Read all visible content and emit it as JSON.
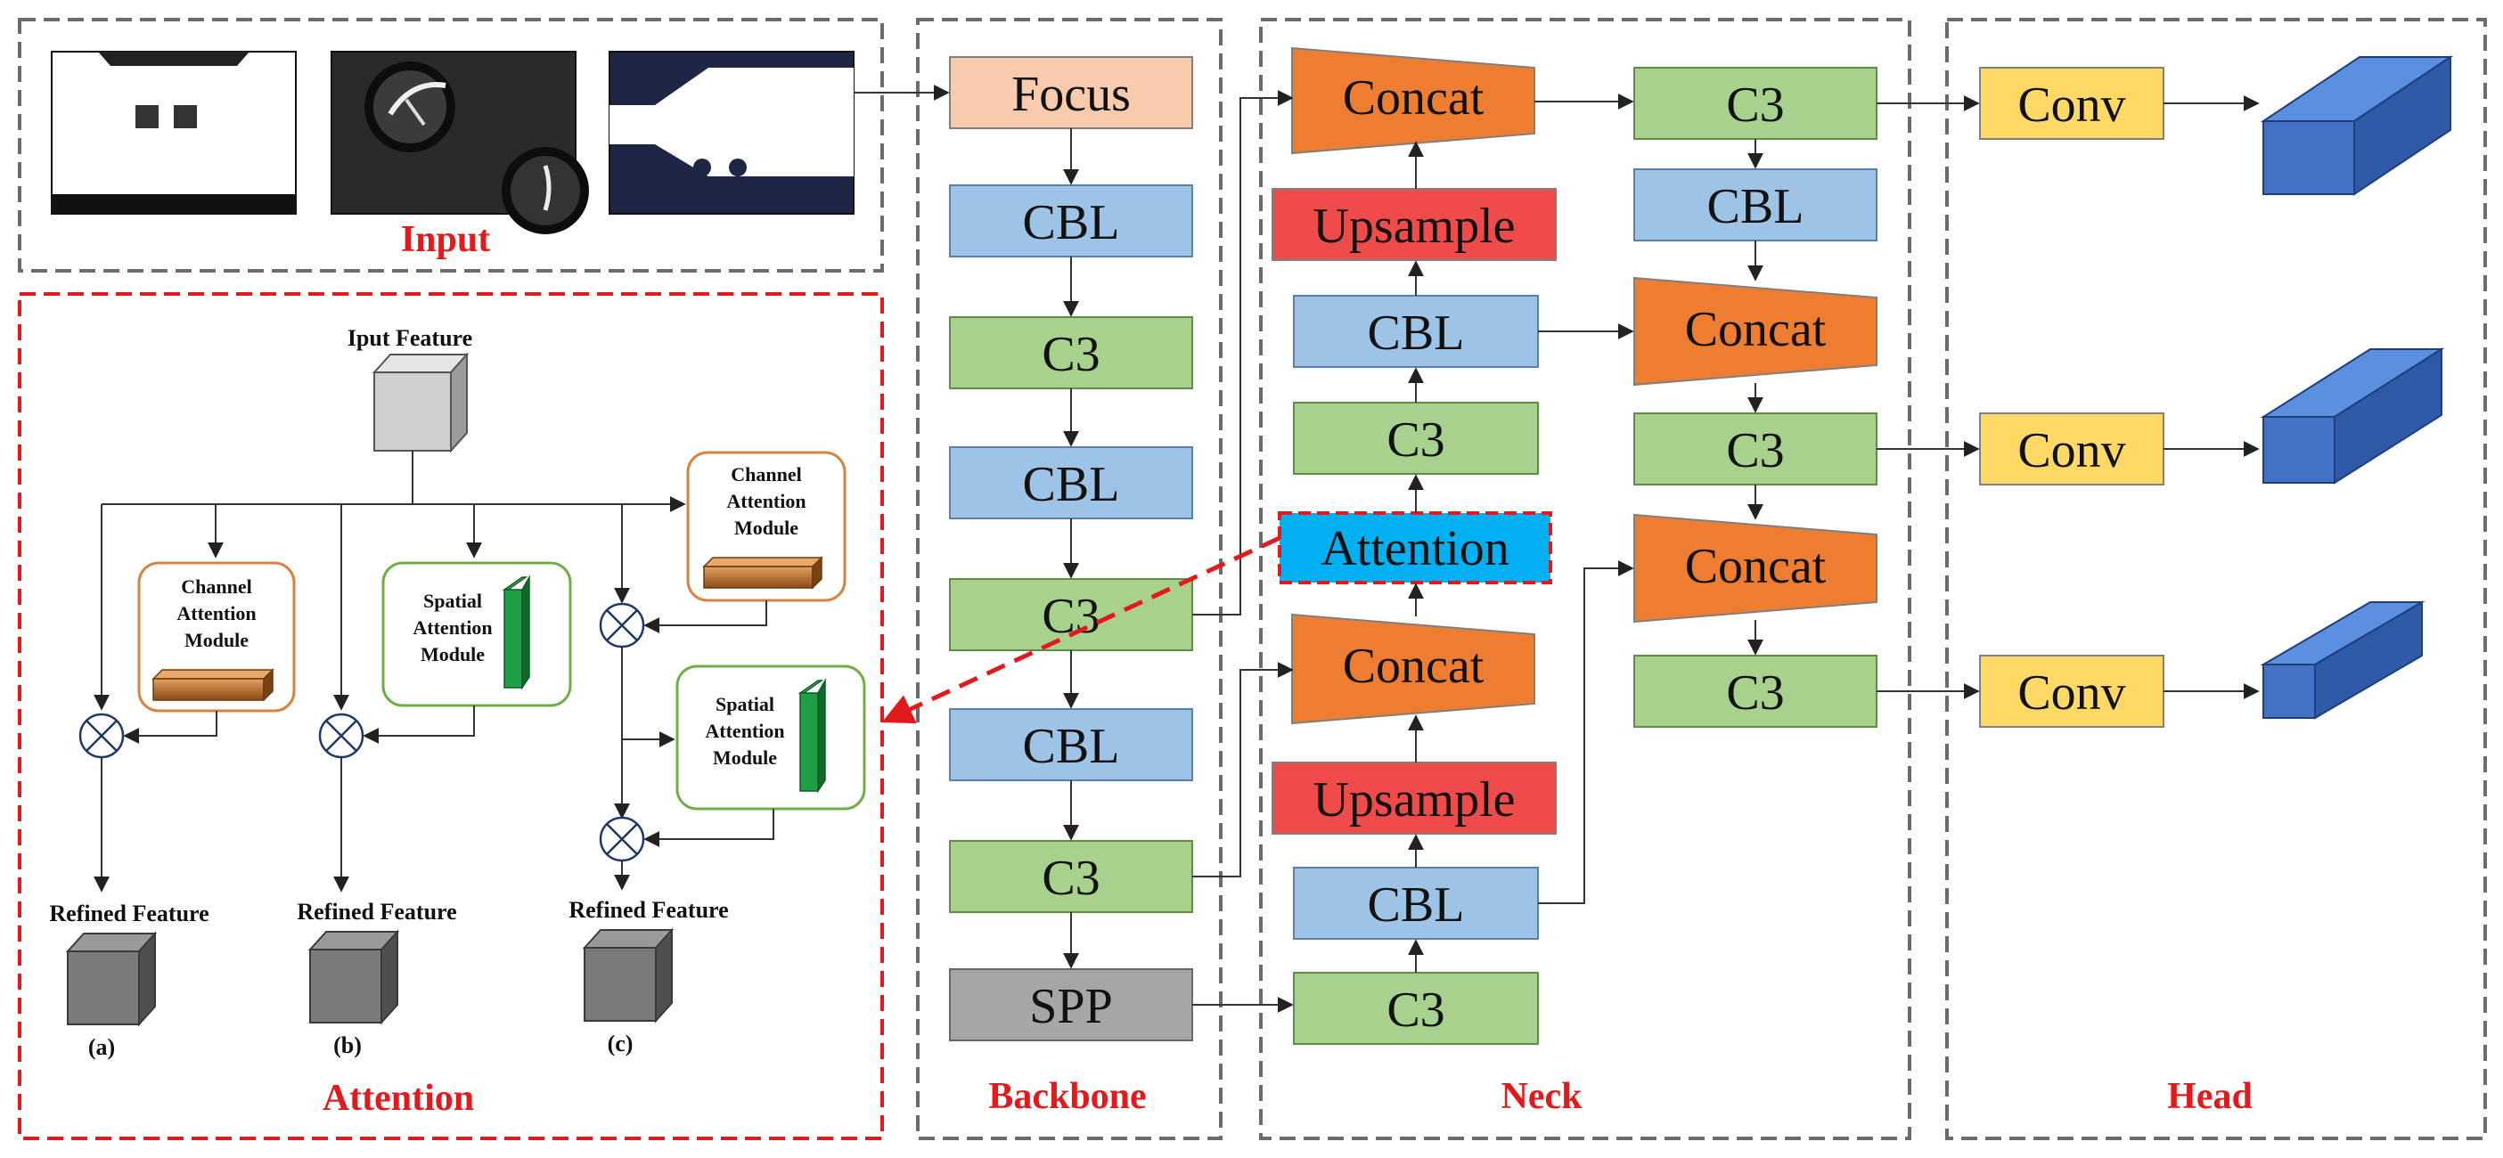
{
  "sections": {
    "input": "Input",
    "attention": "Attention",
    "backbone": "Backbone",
    "neck": "Neck",
    "head": "Head"
  },
  "backbone": {
    "focus": "Focus",
    "cbl1": "CBL",
    "c3_1": "C3",
    "cbl2": "CBL",
    "c3_2": "C3",
    "cbl3": "CBL",
    "c3_3": "C3",
    "spp": "SPP"
  },
  "neck": {
    "concat1": "Concat",
    "upsample1": "Upsample",
    "cbl1": "CBL",
    "c3_1": "C3",
    "attention": "Attention",
    "concat2": "Concat",
    "upsample2": "Upsample",
    "cbl2": "CBL",
    "c3_bottom": "C3",
    "c3_top": "C3",
    "cbl_top": "CBL",
    "concat3": "Concat",
    "c3_mid": "C3",
    "concat4": "Concat",
    "c3_low": "C3"
  },
  "head": {
    "conv1": "Conv",
    "conv2": "Conv",
    "conv3": "Conv"
  },
  "attention_detail": {
    "input_feature": "Iput Feature",
    "channel_module_a": [
      "Channel",
      "Attention",
      "Module"
    ],
    "spatial_module_b": [
      "Spatial",
      "Attention",
      "Module"
    ],
    "channel_module_c": [
      "Channel",
      "Attention",
      "Module"
    ],
    "spatial_module_c": [
      "Spatial",
      "Attention",
      "Module"
    ],
    "refined_a": "Refined Feature",
    "refined_b": "Refined Feature",
    "refined_c": "Refined Feature",
    "label_a": "(a)",
    "label_b": "(b)",
    "label_c": "(c)"
  },
  "colors": {
    "focus": "#f8cbad",
    "cbl": "#9dc3e6",
    "c3": "#a9d18e",
    "spp": "#a6a6a6",
    "concat": "#ed7d31",
    "upsample": "#f04b4b",
    "attention": "#00b0f0",
    "conv": "#ffd966",
    "output_cube": "#4472c4",
    "section_title": "#e31a1c",
    "channel_border": "#d9813f",
    "spatial_border": "#70ad47"
  }
}
